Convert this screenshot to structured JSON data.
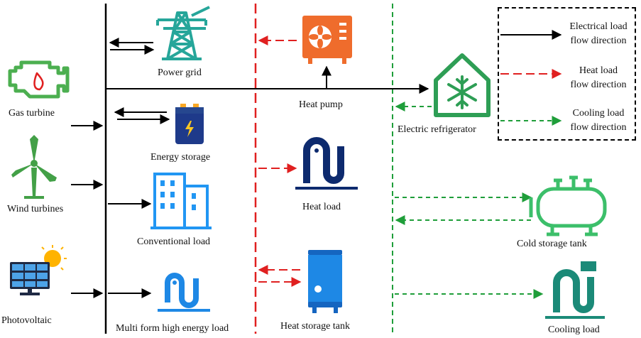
{
  "sources": {
    "gas_turbine": "Gas turbine",
    "wind_turbines": "Wind turbines",
    "photovoltaic": "Photovoltaic"
  },
  "electric_side": {
    "power_grid": "Power grid",
    "energy_storage": "Energy storage",
    "conventional_load": "Conventional load",
    "multi_form_load": "Multi form high energy load"
  },
  "heat_side": {
    "heat_pump": "Heat pump",
    "heat_load": "Heat load",
    "heat_storage_tank": "Heat storage tank"
  },
  "cooling_side": {
    "electric_refrigerator": "Electric refrigerator",
    "cold_storage_tank": "Cold storage tank",
    "cooling_load": "Cooling load"
  },
  "legend": {
    "electrical_line1": "Electrical load",
    "electrical_line2": "flow direction",
    "heat_line1": "Heat load",
    "heat_line2": "flow direction",
    "cooling_line1": "Cooling load",
    "cooling_line2": "flow direction"
  },
  "colors": {
    "electrical": "#000000",
    "heat": "#e02020",
    "cooling": "#1f9e3a",
    "gas_turbine_icon": "#4caf50",
    "wind_icon": "#43a047",
    "grid_icon": "#26a69a",
    "heat_pump_icon": "#ef6c2c",
    "energy_storage_icon": "#1e3a8a",
    "building_icon": "#2196f3",
    "refrigerator_icon": "#2e9e55",
    "cold_tank_icon": "#3cbf6a",
    "cooling_load_icon": "#1b8a78",
    "heat_load_icon": "#0d2a6e",
    "heat_tank_icon": "#1565c0"
  }
}
